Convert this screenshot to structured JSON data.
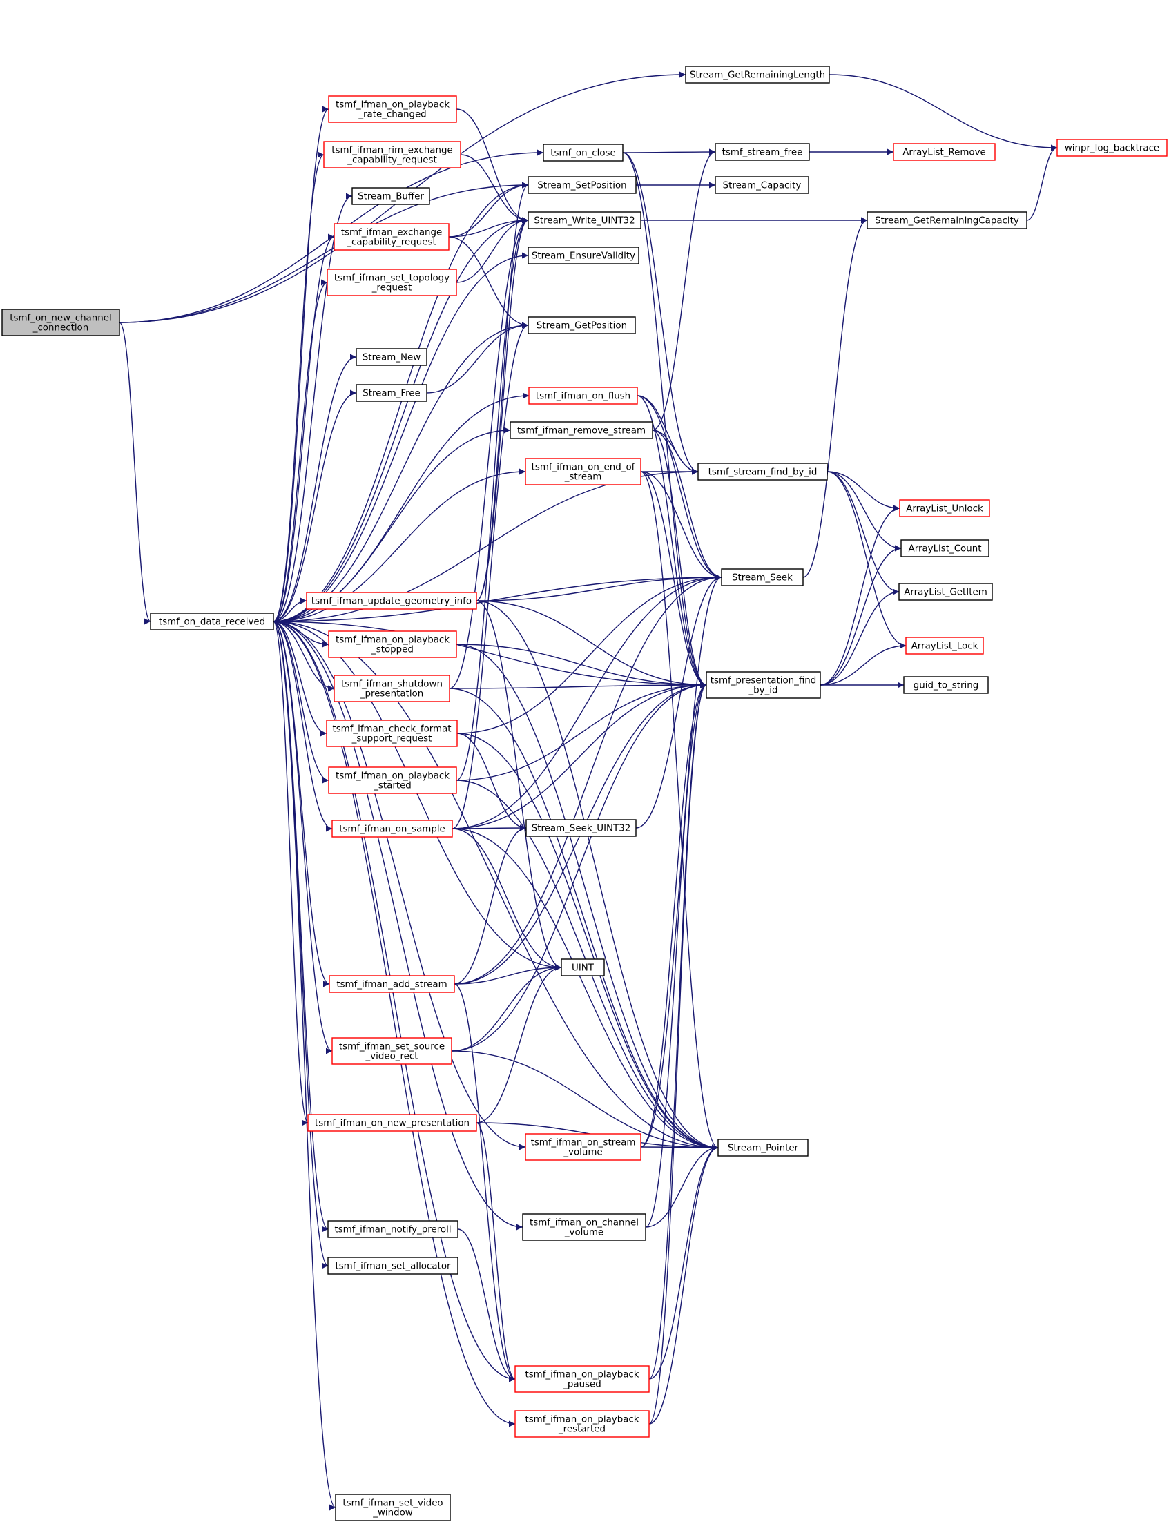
{
  "colors": {
    "edge": "#191970",
    "node_border_default": "#000000",
    "node_border_truncated": "#ff0000",
    "root_fill": "#bfbfbf",
    "node_fill": "#ffffff"
  },
  "nodes": [
    {
      "id": "root",
      "lines": [
        "tsmf_on_new_channel",
        "_connection"
      ],
      "style": "root"
    },
    {
      "id": "on_data_received",
      "lines": [
        "tsmf_on_data_received"
      ],
      "style": "normal"
    },
    {
      "id": "on_playback_rate_changed",
      "lines": [
        "tsmf_ifman_on_playback",
        "_rate_changed"
      ],
      "style": "truncated"
    },
    {
      "id": "rim_exchange",
      "lines": [
        "tsmf_ifman_rim_exchange",
        "_capability_request"
      ],
      "style": "truncated"
    },
    {
      "id": "stream_buffer",
      "lines": [
        "Stream_Buffer"
      ],
      "style": "normal"
    },
    {
      "id": "exchange_cap",
      "lines": [
        "tsmf_ifman_exchange",
        "_capability_request"
      ],
      "style": "truncated"
    },
    {
      "id": "set_topology",
      "lines": [
        "tsmf_ifman_set_topology",
        "_request"
      ],
      "style": "truncated"
    },
    {
      "id": "stream_new",
      "lines": [
        "Stream_New"
      ],
      "style": "normal"
    },
    {
      "id": "stream_free_fn",
      "lines": [
        "Stream_Free"
      ],
      "style": "normal"
    },
    {
      "id": "update_geometry",
      "lines": [
        "tsmf_ifman_update_geometry_info"
      ],
      "style": "truncated"
    },
    {
      "id": "on_playback_stopped",
      "lines": [
        "tsmf_ifman_on_playback",
        "_stopped"
      ],
      "style": "truncated"
    },
    {
      "id": "shutdown_presentation",
      "lines": [
        "tsmf_ifman_shutdown",
        "_presentation"
      ],
      "style": "truncated"
    },
    {
      "id": "check_format",
      "lines": [
        "tsmf_ifman_check_format",
        "_support_request"
      ],
      "style": "truncated"
    },
    {
      "id": "on_playback_started",
      "lines": [
        "tsmf_ifman_on_playback",
        "_started"
      ],
      "style": "truncated"
    },
    {
      "id": "on_sample",
      "lines": [
        "tsmf_ifman_on_sample"
      ],
      "style": "truncated"
    },
    {
      "id": "add_stream",
      "lines": [
        "tsmf_ifman_add_stream"
      ],
      "style": "truncated"
    },
    {
      "id": "set_source_video_rect",
      "lines": [
        "tsmf_ifman_set_source",
        "_video_rect"
      ],
      "style": "truncated"
    },
    {
      "id": "on_new_presentation",
      "lines": [
        "tsmf_ifman_on_new_presentation"
      ],
      "style": "truncated"
    },
    {
      "id": "notify_preroll",
      "lines": [
        "tsmf_ifman_notify_preroll"
      ],
      "style": "normal"
    },
    {
      "id": "set_allocator",
      "lines": [
        "tsmf_ifman_set_allocator"
      ],
      "style": "normal"
    },
    {
      "id": "set_video_window",
      "lines": [
        "tsmf_ifman_set_video",
        "_window"
      ],
      "style": "normal"
    },
    {
      "id": "on_close",
      "lines": [
        "tsmf_on_close"
      ],
      "style": "normal"
    },
    {
      "id": "stream_setposition",
      "lines": [
        "Stream_SetPosition"
      ],
      "style": "normal"
    },
    {
      "id": "stream_write_uint32",
      "lines": [
        "Stream_Write_UINT32"
      ],
      "style": "normal"
    },
    {
      "id": "stream_ensurevalidity",
      "lines": [
        "Stream_EnsureValidity"
      ],
      "style": "normal"
    },
    {
      "id": "stream_getposition",
      "lines": [
        "Stream_GetPosition"
      ],
      "style": "normal"
    },
    {
      "id": "on_flush",
      "lines": [
        "tsmf_ifman_on_flush"
      ],
      "style": "truncated"
    },
    {
      "id": "remove_stream",
      "lines": [
        "tsmf_ifman_remove_stream"
      ],
      "style": "normal"
    },
    {
      "id": "on_end_of_stream",
      "lines": [
        "tsmf_ifman_on_end_of",
        "_stream"
      ],
      "style": "truncated"
    },
    {
      "id": "stream_seek_uint32",
      "lines": [
        "Stream_Seek_UINT32"
      ],
      "style": "normal"
    },
    {
      "id": "uint",
      "lines": [
        "UINT"
      ],
      "style": "normal"
    },
    {
      "id": "on_stream_volume",
      "lines": [
        "tsmf_ifman_on_stream",
        "_volume"
      ],
      "style": "truncated"
    },
    {
      "id": "on_channel_volume",
      "lines": [
        "tsmf_ifman_on_channel",
        "_volume"
      ],
      "style": "normal"
    },
    {
      "id": "on_playback_paused",
      "lines": [
        "tsmf_ifman_on_playback",
        "_paused"
      ],
      "style": "truncated"
    },
    {
      "id": "on_playback_restarted",
      "lines": [
        "tsmf_ifman_on_playback",
        "_restarted"
      ],
      "style": "truncated"
    },
    {
      "id": "stream_getremaininglength",
      "lines": [
        "Stream_GetRemainingLength"
      ],
      "style": "normal"
    },
    {
      "id": "tsmf_stream_free",
      "lines": [
        "tsmf_stream_free"
      ],
      "style": "normal"
    },
    {
      "id": "stream_capacity",
      "lines": [
        "Stream_Capacity"
      ],
      "style": "normal"
    },
    {
      "id": "stream_find_by_id",
      "lines": [
        "tsmf_stream_find_by_id"
      ],
      "style": "normal"
    },
    {
      "id": "stream_seek",
      "lines": [
        "Stream_Seek"
      ],
      "style": "normal"
    },
    {
      "id": "presentation_find_by_id",
      "lines": [
        "tsmf_presentation_find",
        "_by_id"
      ],
      "style": "normal"
    },
    {
      "id": "stream_pointer",
      "lines": [
        "Stream_Pointer"
      ],
      "style": "normal"
    },
    {
      "id": "arraylist_remove",
      "lines": [
        "ArrayList_Remove"
      ],
      "style": "truncated"
    },
    {
      "id": "stream_getremainingcapacity",
      "lines": [
        "Stream_GetRemainingCapacity"
      ],
      "style": "normal"
    },
    {
      "id": "arraylist_unlock",
      "lines": [
        "ArrayList_Unlock"
      ],
      "style": "truncated"
    },
    {
      "id": "arraylist_count",
      "lines": [
        "ArrayList_Count"
      ],
      "style": "normal"
    },
    {
      "id": "arraylist_getitem",
      "lines": [
        "ArrayList_GetItem"
      ],
      "style": "normal"
    },
    {
      "id": "arraylist_lock",
      "lines": [
        "ArrayList_Lock"
      ],
      "style": "truncated"
    },
    {
      "id": "guid_to_string",
      "lines": [
        "guid_to_string"
      ],
      "style": "normal"
    },
    {
      "id": "winpr_log_backtrace",
      "lines": [
        "winpr_log_backtrace"
      ],
      "style": "truncated"
    }
  ],
  "edges": [
    [
      "root",
      "on_data_received"
    ],
    [
      "root",
      "on_close"
    ],
    [
      "root",
      "stream_getremaininglength"
    ],
    [
      "root",
      "stream_setposition"
    ],
    [
      "on_data_received",
      "on_playback_rate_changed"
    ],
    [
      "on_data_received",
      "rim_exchange"
    ],
    [
      "on_data_received",
      "stream_buffer"
    ],
    [
      "on_data_received",
      "exchange_cap"
    ],
    [
      "on_data_received",
      "set_topology"
    ],
    [
      "on_data_received",
      "stream_new"
    ],
    [
      "on_data_received",
      "stream_free_fn"
    ],
    [
      "on_data_received",
      "update_geometry"
    ],
    [
      "on_data_received",
      "on_playback_stopped"
    ],
    [
      "on_data_received",
      "shutdown_presentation"
    ],
    [
      "on_data_received",
      "check_format"
    ],
    [
      "on_data_received",
      "on_playback_started"
    ],
    [
      "on_data_received",
      "on_sample"
    ],
    [
      "on_data_received",
      "add_stream"
    ],
    [
      "on_data_received",
      "set_source_video_rect"
    ],
    [
      "on_data_received",
      "on_new_presentation"
    ],
    [
      "on_data_received",
      "notify_preroll"
    ],
    [
      "on_data_received",
      "set_allocator"
    ],
    [
      "on_data_received",
      "set_video_window"
    ],
    [
      "on_data_received",
      "stream_setposition"
    ],
    [
      "on_data_received",
      "stream_write_uint32"
    ],
    [
      "on_data_received",
      "stream_ensurevalidity"
    ],
    [
      "on_data_received",
      "stream_getposition"
    ],
    [
      "on_data_received",
      "on_flush"
    ],
    [
      "on_data_received",
      "remove_stream"
    ],
    [
      "on_data_received",
      "on_end_of_stream"
    ],
    [
      "on_data_received",
      "uint"
    ],
    [
      "on_data_received",
      "on_stream_volume"
    ],
    [
      "on_data_received",
      "on_channel_volume"
    ],
    [
      "on_data_received",
      "on_playback_paused"
    ],
    [
      "on_data_received",
      "on_playback_restarted"
    ],
    [
      "on_data_received",
      "stream_seek"
    ],
    [
      "on_data_received",
      "stream_find_by_id"
    ],
    [
      "on_data_received",
      "presentation_find_by_id"
    ],
    [
      "on_data_received",
      "stream_pointer"
    ],
    [
      "on_playback_rate_changed",
      "stream_write_uint32"
    ],
    [
      "rim_exchange",
      "stream_write_uint32"
    ],
    [
      "exchange_cap",
      "stream_write_uint32"
    ],
    [
      "exchange_cap",
      "stream_setposition"
    ],
    [
      "exchange_cap",
      "stream_getposition"
    ],
    [
      "set_topology",
      "stream_write_uint32"
    ],
    [
      "stream_free_fn",
      "stream_getposition"
    ],
    [
      "update_geometry",
      "stream_write_uint32"
    ],
    [
      "update_geometry",
      "stream_setposition"
    ],
    [
      "update_geometry",
      "stream_seek"
    ],
    [
      "update_geometry",
      "presentation_find_by_id"
    ],
    [
      "update_geometry",
      "stream_pointer"
    ],
    [
      "update_geometry",
      "uint"
    ],
    [
      "on_playback_stopped",
      "presentation_find_by_id"
    ],
    [
      "on_playback_stopped",
      "stream_pointer"
    ],
    [
      "shutdown_presentation",
      "presentation_find_by_id"
    ],
    [
      "shutdown_presentation",
      "stream_write_uint32"
    ],
    [
      "shutdown_presentation",
      "stream_pointer"
    ],
    [
      "check_format",
      "stream_seek"
    ],
    [
      "check_format",
      "stream_seek_uint32"
    ],
    [
      "check_format",
      "stream_pointer"
    ],
    [
      "on_playback_started",
      "presentation_find_by_id"
    ],
    [
      "on_playback_started",
      "stream_write_uint32"
    ],
    [
      "on_playback_started",
      "stream_pointer"
    ],
    [
      "on_sample",
      "stream_seek_uint32"
    ],
    [
      "on_sample",
      "stream_seek"
    ],
    [
      "on_sample",
      "presentation_find_by_id"
    ],
    [
      "on_sample",
      "stream_pointer"
    ],
    [
      "on_sample",
      "uint"
    ],
    [
      "on_sample",
      "stream_getposition"
    ],
    [
      "add_stream",
      "uint"
    ],
    [
      "add_stream",
      "stream_seek_uint32"
    ],
    [
      "add_stream",
      "presentation_find_by_id"
    ],
    [
      "add_stream",
      "stream_seek"
    ],
    [
      "add_stream",
      "on_playback_paused"
    ],
    [
      "set_source_video_rect",
      "uint"
    ],
    [
      "set_source_video_rect",
      "presentation_find_by_id"
    ],
    [
      "set_source_video_rect",
      "stream_pointer"
    ],
    [
      "on_new_presentation",
      "uint"
    ],
    [
      "on_new_presentation",
      "stream_pointer"
    ],
    [
      "on_new_presentation",
      "on_playback_paused"
    ],
    [
      "notify_preroll",
      "on_playback_paused"
    ],
    [
      "on_close",
      "tsmf_stream_free"
    ],
    [
      "on_close",
      "stream_find_by_id"
    ],
    [
      "on_close",
      "presentation_find_by_id"
    ],
    [
      "stream_setposition",
      "stream_capacity"
    ],
    [
      "stream_write_uint32",
      "stream_getremainingcapacity"
    ],
    [
      "on_flush",
      "stream_find_by_id"
    ],
    [
      "on_flush",
      "stream_seek"
    ],
    [
      "on_flush",
      "presentation_find_by_id"
    ],
    [
      "remove_stream",
      "stream_find_by_id"
    ],
    [
      "remove_stream",
      "tsmf_stream_free"
    ],
    [
      "remove_stream",
      "stream_seek"
    ],
    [
      "remove_stream",
      "presentation_find_by_id"
    ],
    [
      "on_end_of_stream",
      "stream_find_by_id"
    ],
    [
      "on_end_of_stream",
      "stream_seek"
    ],
    [
      "on_end_of_stream",
      "presentation_find_by_id"
    ],
    [
      "on_end_of_stream",
      "stream_pointer"
    ],
    [
      "stream_seek_uint32",
      "stream_seek"
    ],
    [
      "stream_seek",
      "stream_getremainingcapacity"
    ],
    [
      "on_stream_volume",
      "stream_pointer"
    ],
    [
      "on_stream_volume",
      "stream_seek"
    ],
    [
      "on_stream_volume",
      "presentation_find_by_id"
    ],
    [
      "on_channel_volume",
      "stream_pointer"
    ],
    [
      "on_channel_volume",
      "presentation_find_by_id"
    ],
    [
      "on_playback_paused",
      "presentation_find_by_id"
    ],
    [
      "on_playback_paused",
      "stream_pointer"
    ],
    [
      "on_playback_restarted",
      "presentation_find_by_id"
    ],
    [
      "on_playback_restarted",
      "stream_pointer"
    ],
    [
      "stream_getremaininglength",
      "winpr_log_backtrace"
    ],
    [
      "tsmf_stream_free",
      "arraylist_remove"
    ],
    [
      "stream_getremainingcapacity",
      "winpr_log_backtrace"
    ],
    [
      "stream_find_by_id",
      "arraylist_unlock"
    ],
    [
      "stream_find_by_id",
      "arraylist_count"
    ],
    [
      "stream_find_by_id",
      "arraylist_getitem"
    ],
    [
      "stream_find_by_id",
      "arraylist_lock"
    ],
    [
      "presentation_find_by_id",
      "arraylist_unlock"
    ],
    [
      "presentation_find_by_id",
      "arraylist_count"
    ],
    [
      "presentation_find_by_id",
      "arraylist_getitem"
    ],
    [
      "presentation_find_by_id",
      "arraylist_lock"
    ],
    [
      "presentation_find_by_id",
      "guid_to_string"
    ]
  ]
}
